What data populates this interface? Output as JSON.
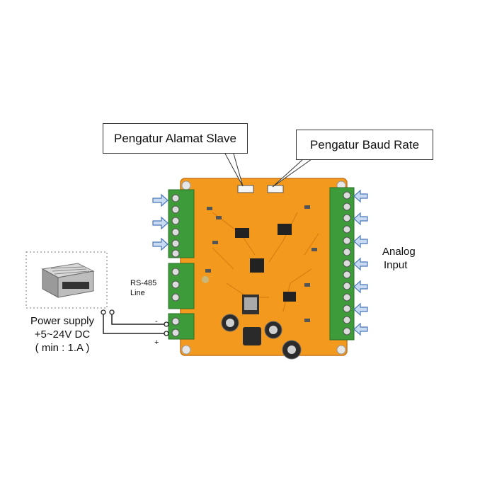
{
  "callouts": {
    "slave_address": "Pengatur Alamat Slave",
    "baud_rate": "Pengatur Baud Rate"
  },
  "labels": {
    "analog_line1": "Analog",
    "analog_line2": "Input",
    "rs485_line1": "RS-485",
    "rs485_line2": "Line",
    "power_line1": "Power supply",
    "power_line2": "+5~24V DC",
    "power_line3": "( min : 1.A )",
    "minus_sign": "-",
    "plus_sign": "+"
  },
  "colors": {
    "pcb": "#f39a1e",
    "terminal": "#3d9b3a",
    "arrow_fill": "#c9dbf2",
    "arrow_stroke": "#4a76b8"
  },
  "icons": {
    "input_arrow": "arrow-right-icon",
    "analog_arrow": "arrow-left-icon"
  }
}
